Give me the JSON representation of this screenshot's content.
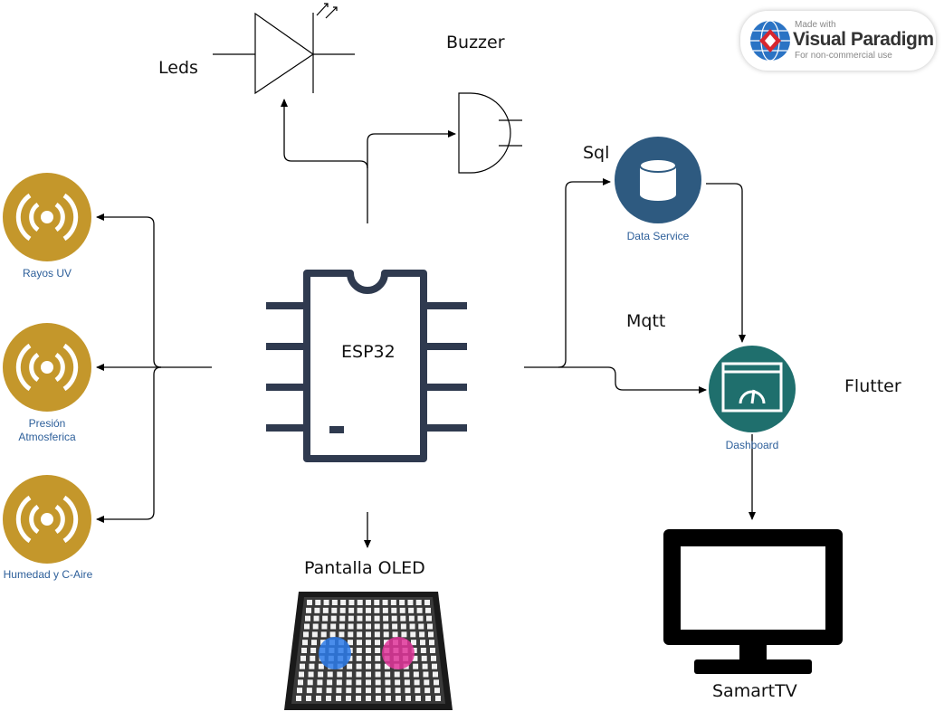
{
  "labels": {
    "leds": "Leds",
    "buzzer": "Buzzer",
    "sql": "Sql",
    "mqtt": "Mqtt",
    "flutter": "Flutter",
    "esp32": "ESP32",
    "pantalla": "Pantalla OLED",
    "samarttv": "SamartTV"
  },
  "captions": {
    "rayos": "Rayos UV",
    "presion_1": "Presión",
    "presion_2": "Atmosferica",
    "humedad": "Humedad y C-Aire",
    "data_service": "Data Service",
    "dashboard": "Dashboard"
  },
  "watermark": {
    "line1": "Made with",
    "line2": "Visual Paradigm",
    "line3": "For non-commercial use"
  },
  "colors": {
    "sensor": "#c4972b",
    "service": "#2e5a80",
    "dashboard": "#1f6f6d",
    "chip": "#2f3a4f",
    "caption": "#2d5f9a"
  },
  "icons": [
    "diode-led-icon",
    "buzzer-gate-icon",
    "sensor-icon",
    "database-icon",
    "dashboard-gauge-icon",
    "chip-icon",
    "led-matrix-icon",
    "monitor-icon"
  ]
}
